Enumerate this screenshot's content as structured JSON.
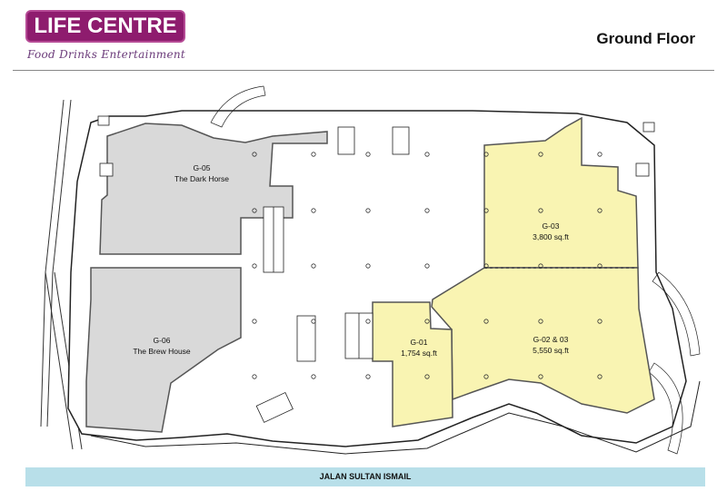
{
  "header": {
    "logo_text": "LIFE CENTRE",
    "tagline": "Food Drinks Entertainment",
    "floor_title": "Ground Floor"
  },
  "colors": {
    "brand": "#8e1c6e",
    "available_unit": "#f9f4b2",
    "tenanted_unit": "#d9d9d9",
    "road": "#b8dfe9"
  },
  "units": [
    {
      "id": "G-05",
      "name": "The Dark Horse",
      "status": "tenanted"
    },
    {
      "id": "G-06",
      "name": "The Brew House",
      "status": "tenanted"
    },
    {
      "id": "G-03",
      "area": "3,800 sq.ft",
      "status": "available"
    },
    {
      "id": "G-01",
      "area": "1,754 sq.ft",
      "status": "available"
    },
    {
      "id": "G-02 & 03",
      "area": "5,550 sq.ft",
      "status": "available"
    }
  ],
  "road_label": "JALAN SULTAN ISMAIL"
}
